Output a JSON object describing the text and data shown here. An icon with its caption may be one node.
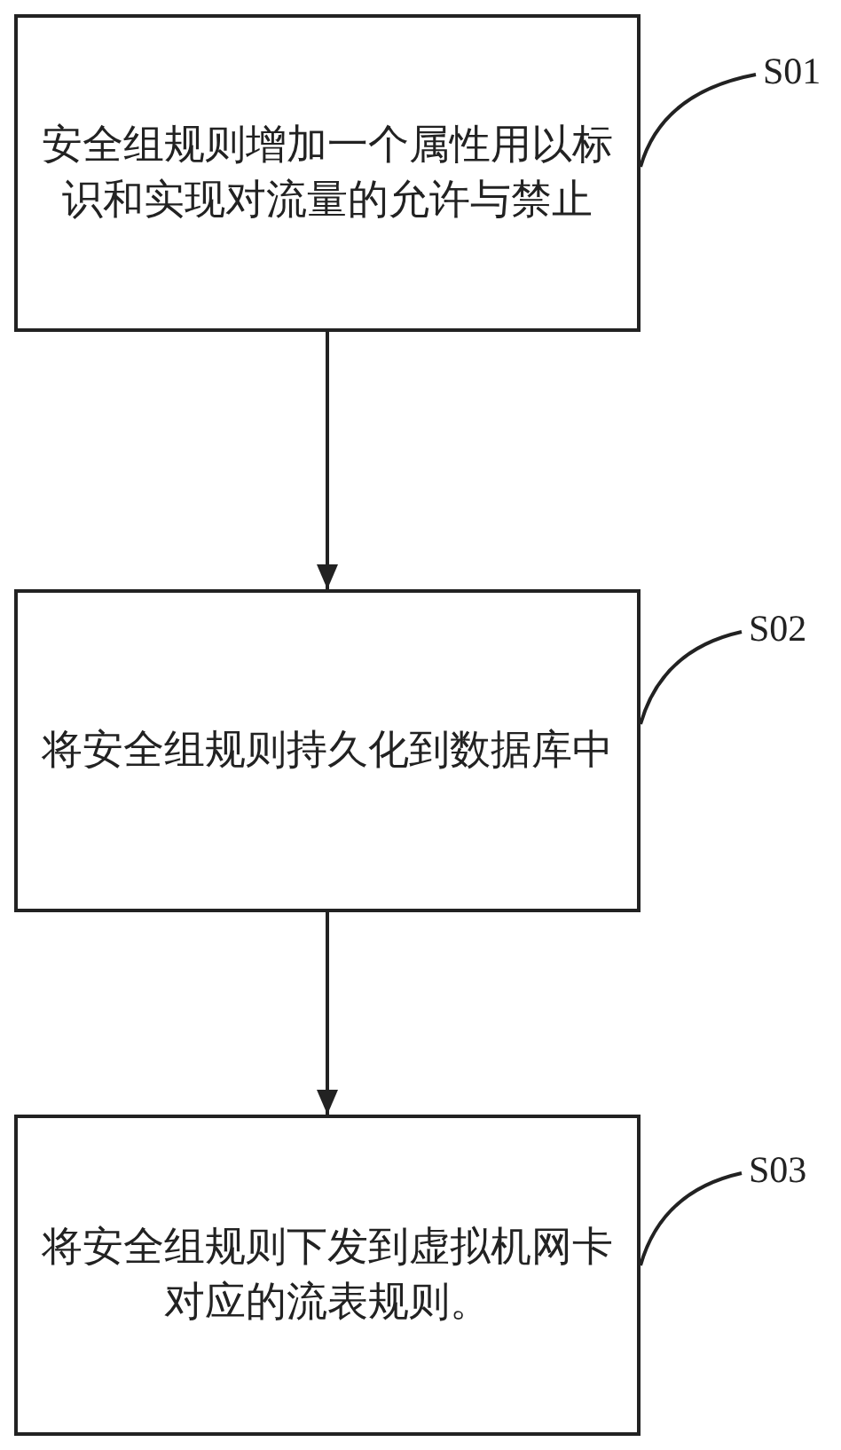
{
  "diagram": {
    "nodes": [
      {
        "text": [
          "安全组规则增加一个属性用以标识和实现对流量的允许与禁止"
        ]
      },
      {
        "text": [
          "S01"
        ]
      },
      {
        "text": [
          "将安全组规则持久化到数据库中"
        ]
      },
      {
        "text": [
          "S02"
        ]
      },
      {
        "text": [
          "将安全组规则下发到虚拟机网卡对应的流表规则。"
        ]
      },
      {
        "text": [
          "S03"
        ]
      }
    ],
    "edges": [
      {
        "from": 0,
        "to": 2,
        "arrow": "to"
      },
      {
        "from": 2,
        "to": 4,
        "arrow": "to"
      },
      {
        "from": 1,
        "to": 0,
        "arrow": "none"
      },
      {
        "from": 3,
        "to": 2,
        "arrow": "none"
      },
      {
        "from": 5,
        "to": 4,
        "arrow": "none"
      }
    ]
  }
}
